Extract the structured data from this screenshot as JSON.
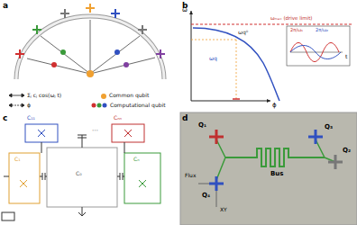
{
  "diagram": {
    "labels": [
      "a",
      "b",
      "c",
      "d",
      "ω",
      "ϕ",
      "ωₘₐₓ (drive limit)",
      "ωq⁰",
      "ωq",
      "t",
      "2π/ω₁",
      "2π/ω₂",
      "C₁₁",
      "Cₙₙ",
      "C₁",
      "C₀",
      "Cₙ",
      "Q₁",
      "Q₂",
      "Q₃",
      "Q₄",
      "Bus",
      "Flux",
      "XY"
    ],
    "legend": [
      {
        "text": "Σⱼ cⱼ cos(ωⱼ t)"
      },
      {
        "text": "Common qubit",
        "color": "#f0a030"
      },
      {
        "text": "ϕ"
      },
      {
        "text": "Computational qubit"
      }
    ]
  }
}
